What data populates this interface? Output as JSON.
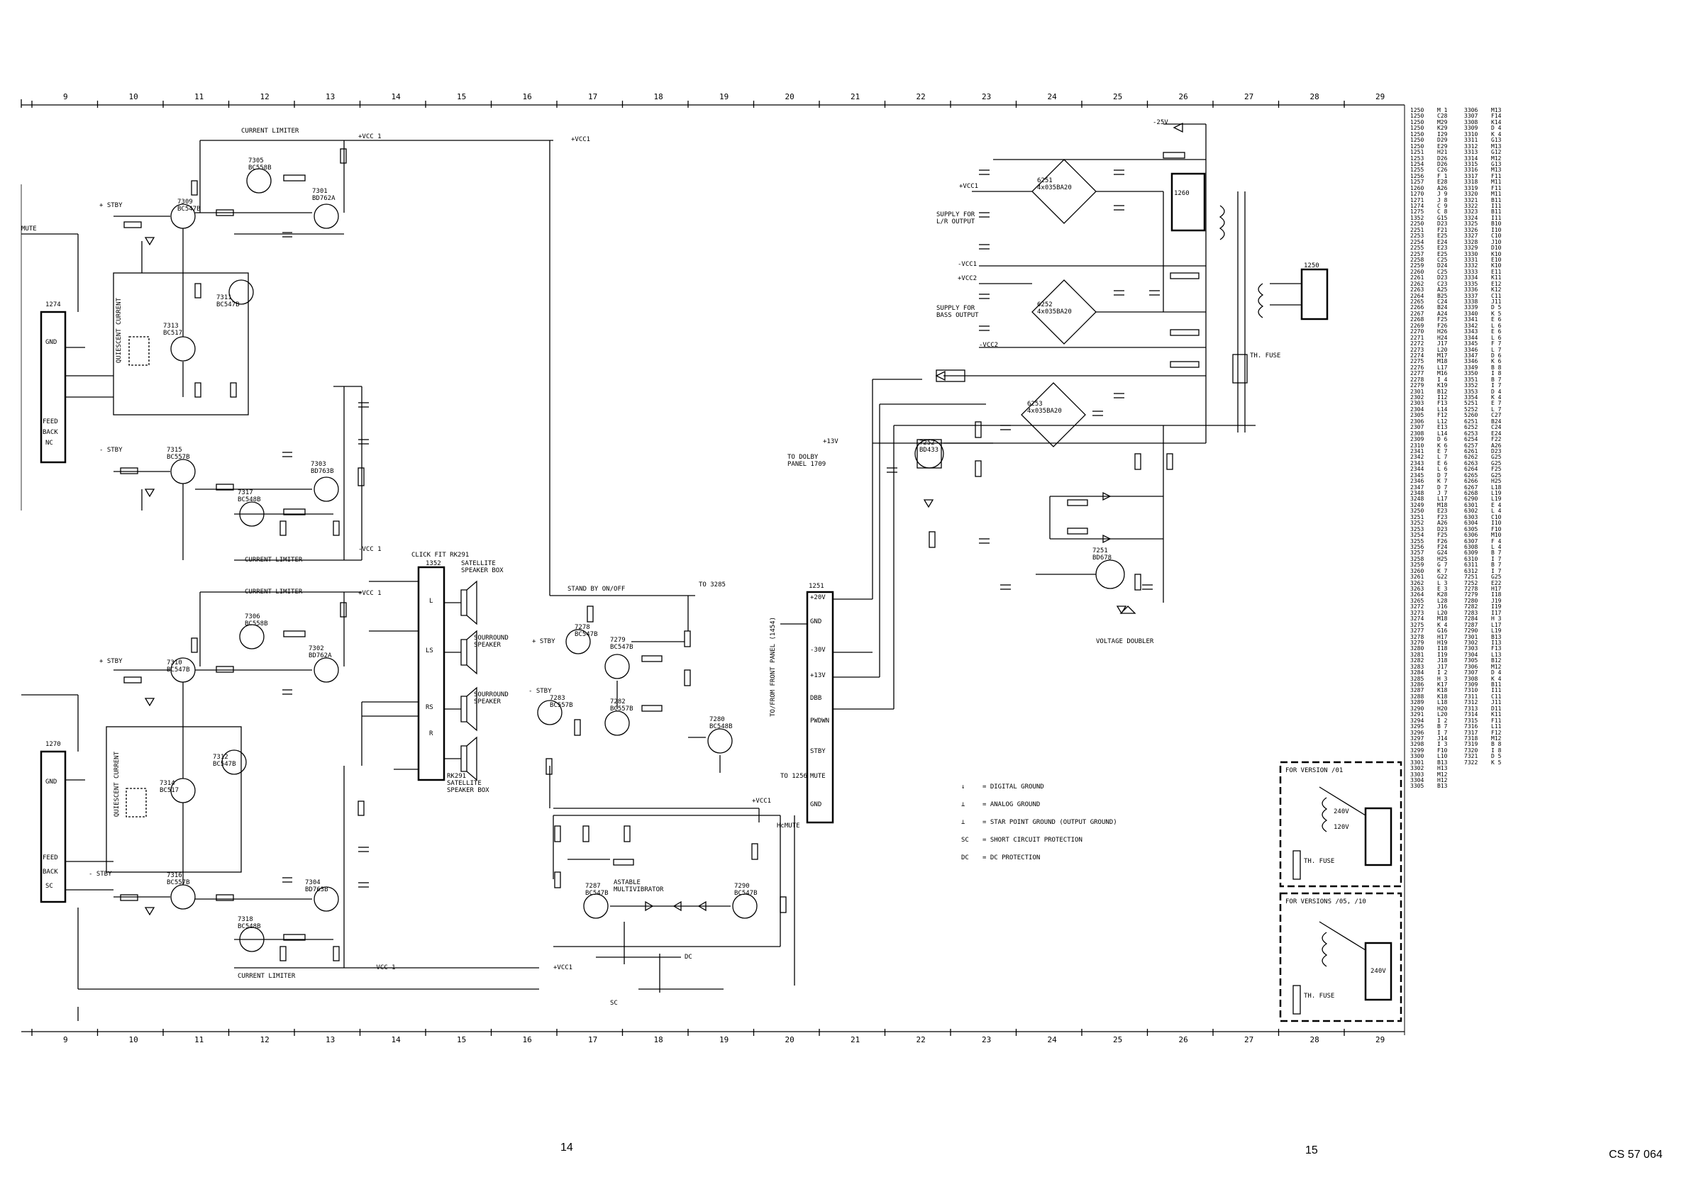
{
  "ruler": {
    "top": [
      "9",
      "10",
      "11",
      "12",
      "13",
      "14",
      "15",
      "16",
      "17",
      "18",
      "19",
      "20",
      "21",
      "22",
      "23",
      "24",
      "25",
      "26",
      "27",
      "28",
      "29"
    ],
    "bottom": [
      "9",
      "10",
      "11",
      "12",
      "13",
      "14",
      "15",
      "16",
      "17",
      "18",
      "19",
      "20",
      "21",
      "22",
      "23",
      "24",
      "25",
      "26",
      "27",
      "28",
      "29"
    ]
  },
  "page": {
    "left_number": "14",
    "right_number": "15",
    "doc_code": "CS 57 064"
  },
  "blocks": {
    "current_limiter": "CURRENT LIMITER",
    "quiescent_current": "QUIESCENT CURRENT",
    "feed_back_nc": [
      "FEED",
      "BACK",
      "NC"
    ],
    "feed_back_sc": [
      "FEED",
      "BACK",
      "SC"
    ],
    "gnd": "GND",
    "mute": "MUTE",
    "stby": "+ STBY",
    "stby_minus": "- STBY",
    "click_fit": "CLICK FIT  RK291",
    "satellite_speaker_box": "SATELLITE SPEAKER BOX",
    "surround_speaker": "SOURROUND SPEAKER",
    "satellite_speaker_box_bottom": "RK291 SATELLITE SPEAKER BOX",
    "speaker_pins": [
      "L",
      "LS",
      "RS",
      "R"
    ],
    "stand_by": "STAND BY ON/OFF",
    "to_3285": "TO 3285",
    "astable": "ASTABLE MULTIVIBRATOR",
    "to_dolby": "TO DOLBY PANEL 1709",
    "to_front": "TO/FROM FRONT PANEL (1454)",
    "to_1256": "TO 1256",
    "supply_lr": "SUPPLY FOR L/R OUTPUT",
    "supply_bass": "SUPPLY FOR BASS OUTPUT",
    "voltage_doubler": "VOLTAGE DOUBLER",
    "th_fuse": "TH. FUSE",
    "connector_1251": [
      "+20V",
      "GND",
      "-30V",
      "+13V",
      "DBB",
      "PWDWN",
      "STBY",
      "MUTE",
      "GND"
    ],
    "nets": [
      "+VCC1",
      "-VCC1",
      "+VCC2",
      "-VCC2",
      "+VCC 1",
      "-VCC 1",
      "-25V",
      "+13V",
      "HcMUTE",
      "DC",
      "SC"
    ]
  },
  "legend": [
    {
      "symbol": "↓",
      "text": "= DIGITAL GROUND"
    },
    {
      "symbol": "⊥",
      "text": "= ANALOG GROUND"
    },
    {
      "symbol": "⊥",
      "text": "= STAR POINT GROUND (OUTPUT GROUND)"
    },
    {
      "symbol": "SC",
      "text": "= SHORT CIRCUIT PROTECTION"
    },
    {
      "symbol": "DC",
      "text": "= DC PROTECTION"
    }
  ],
  "versions": [
    {
      "title": "FOR VERSION /01",
      "voltages": [
        "240V",
        "120V"
      ],
      "fuse": "TH. FUSE"
    },
    {
      "title": "FOR VERSIONS /05, /10",
      "voltages": [
        "240V"
      ],
      "fuse": "TH. FUSE"
    }
  ],
  "parts_rows": [
    [
      "1250",
      "M 1",
      "3306",
      "M13"
    ],
    [
      "1250",
      "C28",
      "3307",
      "F14"
    ],
    [
      "1250",
      "M29",
      "3308",
      "K14"
    ],
    [
      "1250",
      "K29",
      "3309",
      "D 4"
    ],
    [
      "1250",
      "I29",
      "3310",
      "K 4"
    ],
    [
      "1250",
      "D29",
      "3311",
      "G13"
    ],
    [
      "1250",
      "E29",
      "3312",
      "M13"
    ],
    [
      "1251",
      "H21",
      "3313",
      "G12"
    ],
    [
      "1253",
      "D26",
      "3314",
      "M12"
    ],
    [
      "1254",
      "D26",
      "3315",
      "G13"
    ],
    [
      "1255",
      "C26",
      "3316",
      "M13"
    ],
    [
      "1256",
      "F 1",
      "3317",
      "F11"
    ],
    [
      "1257",
      "E28",
      "3318",
      "M11"
    ],
    [
      "1260",
      "A26",
      "3319",
      "F11"
    ],
    [
      "1270",
      "J 9",
      "3320",
      "M11"
    ],
    [
      "1271",
      "J 8",
      "3321",
      "B11"
    ],
    [
      "1274",
      "C 9",
      "3322",
      "I11"
    ],
    [
      "1275",
      "C 8",
      "3323",
      "B11"
    ],
    [
      "1352",
      "G15",
      "3324",
      "I11"
    ],
    [
      "2250",
      "D23",
      "3325",
      "B10"
    ],
    [
      "2251",
      "F21",
      "3326",
      "I10"
    ],
    [
      "2253",
      "E25",
      "3327",
      "C10"
    ],
    [
      "2254",
      "E24",
      "3328",
      "J10"
    ],
    [
      "2255",
      "E23",
      "3329",
      "D10"
    ],
    [
      "2257",
      "E25",
      "3330",
      "K10"
    ],
    [
      "2258",
      "C25",
      "3331",
      "E10"
    ],
    [
      "2259",
      "D24",
      "3332",
      "K10"
    ],
    [
      "2260",
      "C25",
      "3333",
      "E11"
    ],
    [
      "2261",
      "D23",
      "3334",
      "K11"
    ],
    [
      "2262",
      "C23",
      "3335",
      "E12"
    ],
    [
      "2263",
      "A25",
      "3336",
      "K12"
    ],
    [
      "2264",
      "B25",
      "3337",
      "C11"
    ],
    [
      "2265",
      "C24",
      "3338",
      "J11"
    ],
    [
      "2266",
      "B24",
      "3339",
      "D 5"
    ],
    [
      "2267",
      "A24",
      "3340",
      "K 5"
    ],
    [
      "2268",
      "F25",
      "3341",
      "E 6"
    ],
    [
      "2269",
      "F26",
      "3342",
      "L 6"
    ],
    [
      "2270",
      "H26",
      "3343",
      "E 6"
    ],
    [
      "2271",
      "H24",
      "3344",
      "L 6"
    ],
    [
      "2272",
      "J17",
      "3345",
      "F 7"
    ],
    [
      "2273",
      "L20",
      "3346",
      "L 7"
    ],
    [
      "2274",
      "M17",
      "3347",
      "D 6"
    ],
    [
      "2275",
      "M18",
      "3346",
      "K 6"
    ],
    [
      "2276",
      "L17",
      "3349",
      "B 8"
    ],
    [
      "2277",
      "M16",
      "3350",
      "I 8"
    ],
    [
      "2278",
      "I 4",
      "3351",
      "B 7"
    ],
    [
      "2279",
      "K19",
      "3352",
      "I 7"
    ],
    [
      "2301",
      "B12",
      "3353",
      "D 4"
    ],
    [
      "2302",
      "I12",
      "3354",
      "K 4"
    ],
    [
      "2303",
      "F13",
      "5251",
      "E 7"
    ],
    [
      "2304",
      "L14",
      "5252",
      "L 7"
    ],
    [
      "2305",
      "F12",
      "5260",
      "C27"
    ],
    [
      "2306",
      "L12",
      "6251",
      "B24"
    ],
    [
      "2307",
      "E13",
      "6252",
      "C24"
    ],
    [
      "2308",
      "L14",
      "6253",
      "E24"
    ],
    [
      "2309",
      "D 6",
      "6254",
      "F22"
    ],
    [
      "2310",
      "K 6",
      "6257",
      "A26"
    ],
    [
      "2341",
      "E 7",
      "6261",
      "D23"
    ],
    [
      "2342",
      "L 7",
      "6262",
      "G25"
    ],
    [
      "2343",
      "E 6",
      "6263",
      "G25"
    ],
    [
      "2344",
      "L 6",
      "6264",
      "F25"
    ],
    [
      "2345",
      "D 7",
      "6265",
      "G25"
    ],
    [
      "2346",
      "K 7",
      "6266",
      "H25"
    ],
    [
      "2347",
      "D 7",
      "6267",
      "L18"
    ],
    [
      "2348",
      "J 7",
      "6268",
      "L19"
    ],
    [
      "3248",
      "L17",
      "6290",
      "L19"
    ],
    [
      "3249",
      "M18",
      "6301",
      "E 4"
    ],
    [
      "3250",
      "E23",
      "6302",
      "L 4"
    ],
    [
      "3251",
      "F23",
      "6303",
      "C10"
    ],
    [
      "3252",
      "A26",
      "6304",
      "I10"
    ],
    [
      "3253",
      "D23",
      "6305",
      "F10"
    ],
    [
      "3254",
      "F25",
      "6306",
      "M10"
    ],
    [
      "3255",
      "F26",
      "6307",
      "F 4"
    ],
    [
      "3256",
      "F24",
      "6308",
      "L 4"
    ],
    [
      "3257",
      "G24",
      "6309",
      "B 7"
    ],
    [
      "3258",
      "H25",
      "6310",
      "I 7"
    ],
    [
      "3259",
      "G 7",
      "6311",
      "B 7"
    ],
    [
      "3260",
      "K 7",
      "6312",
      "I 7"
    ],
    [
      "3261",
      "G22",
      "7251",
      "G25"
    ],
    [
      "3262",
      "L 3",
      "7252",
      "E22"
    ],
    [
      "3263",
      "E 3",
      "7278",
      "H17"
    ],
    [
      "3264",
      "K28",
      "7279",
      "I18"
    ],
    [
      "3265",
      "L28",
      "7280",
      "J19"
    ],
    [
      "3272",
      "J16",
      "7282",
      "I19"
    ],
    [
      "3273",
      "L20",
      "7283",
      "I17"
    ],
    [
      "3274",
      "M18",
      "7284",
      "H 3"
    ],
    [
      "3275",
      "K 4",
      "7287",
      "L17"
    ],
    [
      "3277",
      "G16",
      "7290",
      "L19"
    ],
    [
      "3278",
      "H17",
      "7301",
      "B13"
    ],
    [
      "3279",
      "H19",
      "7302",
      "I13"
    ],
    [
      "3280",
      "I18",
      "7303",
      "F13"
    ],
    [
      "3281",
      "I19",
      "7304",
      "L13"
    ],
    [
      "3282",
      "J18",
      "7305",
      "B12"
    ],
    [
      "3283",
      "J17",
      "7306",
      "M12"
    ],
    [
      "3284",
      "I 2",
      "7307",
      "D 4"
    ],
    [
      "3285",
      "H 3",
      "7308",
      "K 4"
    ],
    [
      "3286",
      "K17",
      "7309",
      "B11"
    ],
    [
      "3287",
      "K18",
      "7310",
      "I11"
    ],
    [
      "3288",
      "K18",
      "7311",
      "C11"
    ],
    [
      "3289",
      "L18",
      "7312",
      "J11"
    ],
    [
      "3290",
      "H20",
      "7313",
      "D11"
    ],
    [
      "3291",
      "L20",
      "7314",
      "K11"
    ],
    [
      "3294",
      "I 2",
      "7315",
      "F11"
    ],
    [
      "3295",
      "B 7",
      "7316",
      "L11"
    ],
    [
      "3296",
      "I 7",
      "7317",
      "F12"
    ],
    [
      "3297",
      "J14",
      "7318",
      "M12"
    ],
    [
      "3298",
      "I 3",
      "7319",
      "B 8"
    ],
    [
      "3299",
      "F10",
      "7320",
      "I 8"
    ],
    [
      "3300",
      "L10",
      "7321",
      "D 5"
    ],
    [
      "3301",
      "B13",
      "7322",
      "K 5"
    ],
    [
      "3302",
      "H13",
      "",
      ""
    ],
    [
      "3303",
      "M12",
      "",
      ""
    ],
    [
      "3304",
      "H12",
      "",
      ""
    ],
    [
      "3305",
      "B13",
      "",
      ""
    ]
  ]
}
